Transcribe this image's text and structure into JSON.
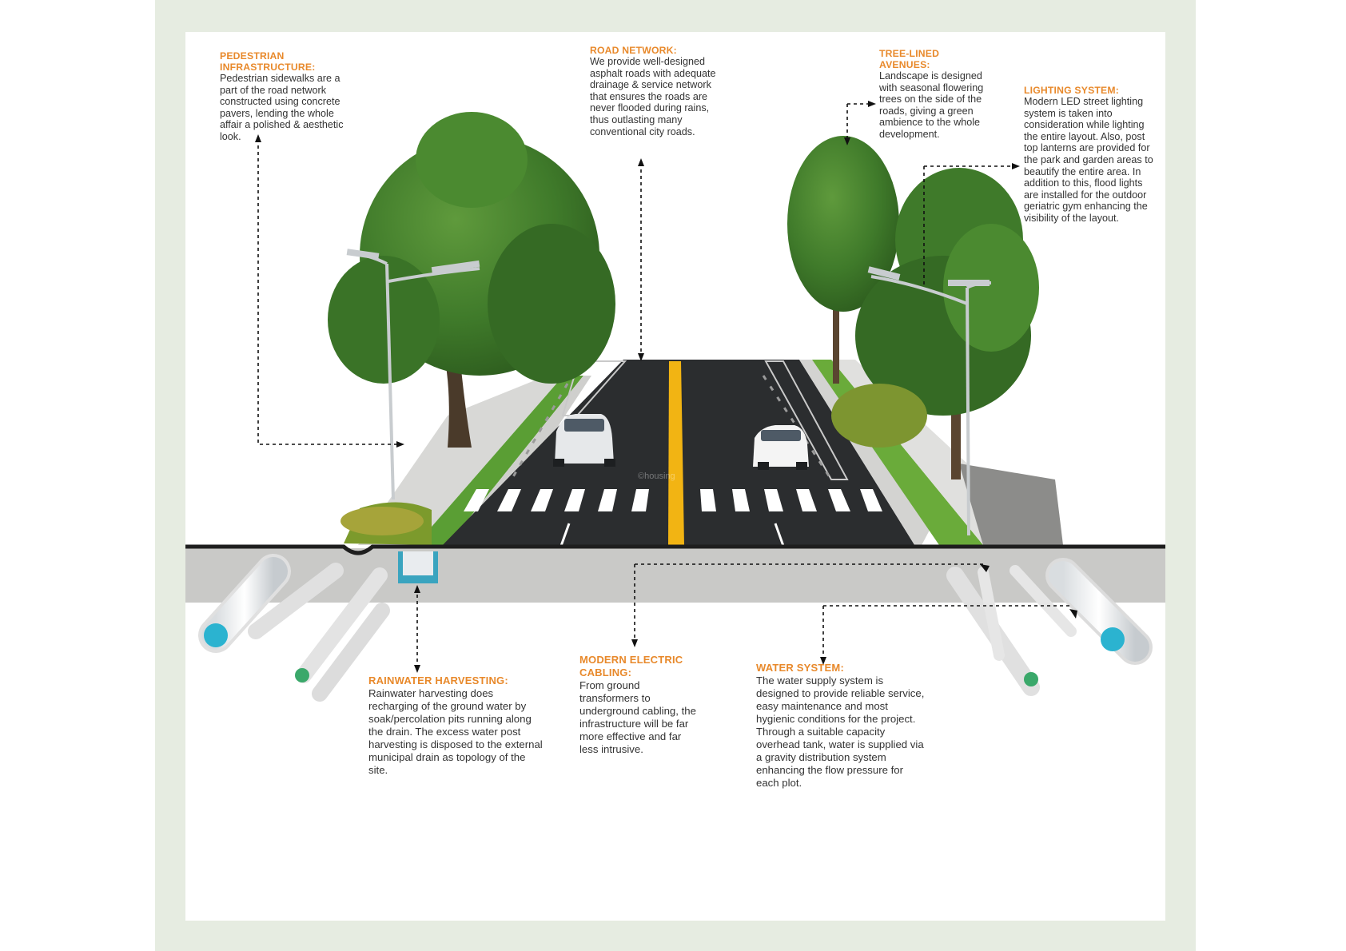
{
  "callouts": {
    "pedestrian": {
      "title": "PEDESTRIAN INFRASTRUCTURE:",
      "body": "Pedestrian sidewalks are a part of the road network constructed using concrete pavers, lending the whole affair a polished & aesthetic look."
    },
    "road": {
      "title": "ROAD NETWORK:",
      "body": "We provide well-designed asphalt roads with adequate drainage & service network that ensures the roads are never flooded during rains, thus outlasting many conventional city roads."
    },
    "trees": {
      "title": "TREE-LINED AVENUES:",
      "body": "Landscape is designed with seasonal flowering trees on the side of the roads, giving a green ambience to the whole development."
    },
    "lighting": {
      "title": "LIGHTING SYSTEM:",
      "body": "Modern LED street lighting system is taken into consideration while lighting the entire layout. Also, post top lanterns are provided for the park and garden areas to beautify the entire area. In addition to this, flood lights are installed for the outdoor geriatric gym enhancing the visibility of the layout."
    },
    "rainwater": {
      "title": "RAINWATER HARVESTING:",
      "body": "Rainwater harvesting does recharging of the ground water by soak/percolation pits running along the drain. The excess water post harvesting is disposed to the external municipal drain as topology of the site."
    },
    "electric": {
      "title": "MODERN ELECTRIC CABLING:",
      "body": "From ground transformers to underground cabling, the infrastructure will be far more effective and far less intrusive."
    },
    "water": {
      "title": "WATER SYSTEM:",
      "body": "The water supply system is designed to provide reliable service, easy maintenance and most hygienic conditions for the project. Through a suitable capacity overhead tank, water is supplied via a gravity distribution system enhancing the flow pressure for each plot."
    }
  },
  "watermark": "©housing",
  "colors": {
    "frame": "#e6ece1",
    "accent": "#e8892b",
    "asphalt": "#2b2d2f",
    "center_line": "#f2b413",
    "foliage": "#3f7a2a",
    "grass": "#4e9a2e",
    "ground": "#c9c9c7",
    "pipe_water": "#2bb3d0"
  }
}
